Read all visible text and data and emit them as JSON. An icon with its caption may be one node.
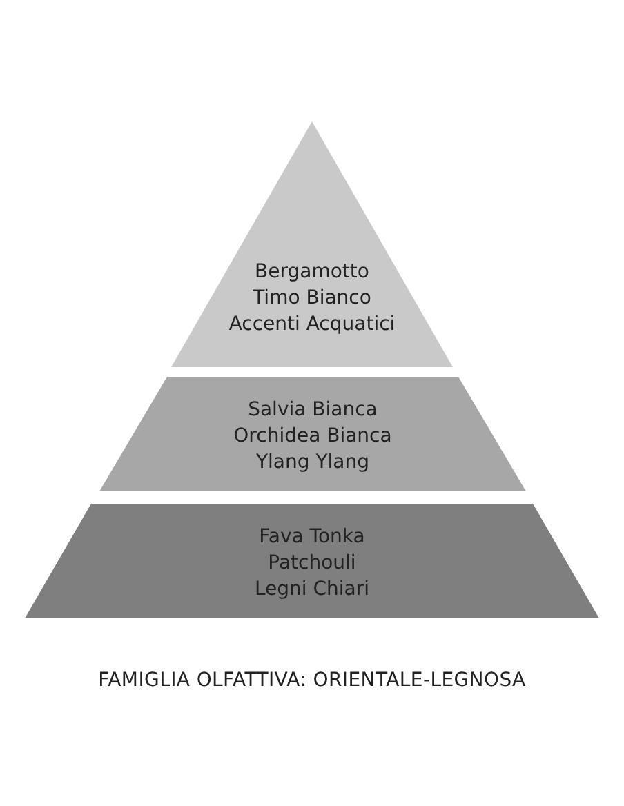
{
  "diagram": {
    "caption": "FAMIGLIA OLFATTIVA: ORIENTALE-LEGNOSA",
    "nodes": [
      {
        "text": [
          "Bergamotto",
          "Timo Bianco",
          "Accenti Acquatici"
        ]
      },
      {
        "text": [
          "Salvia Bianca",
          "Orchidea Bianca",
          "Ylang Ylang"
        ]
      },
      {
        "text": [
          "Fava Tonka",
          "Patchouli",
          "Legni Chiari"
        ]
      }
    ]
  }
}
